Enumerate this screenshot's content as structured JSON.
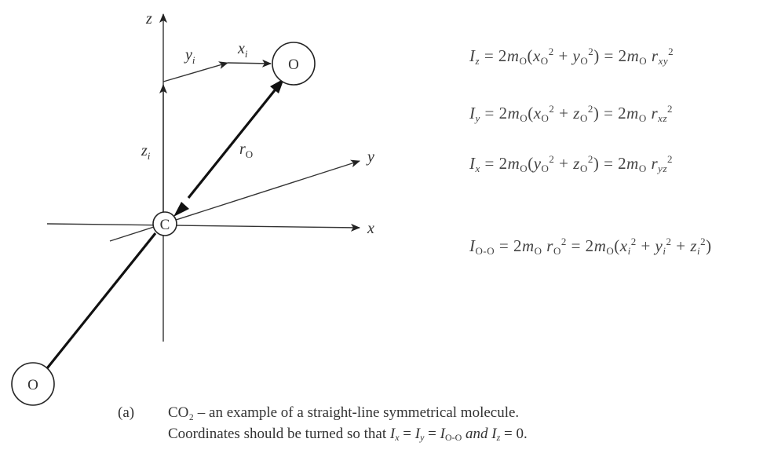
{
  "diagram": {
    "atoms": {
      "center": "C",
      "top": "O",
      "bottom": "O"
    },
    "axes": {
      "x": "x",
      "y": "y",
      "z": "z"
    },
    "components": {
      "xi": "x",
      "xi_sub": "i",
      "yi": "y",
      "yi_sub": "i",
      "zi": "z",
      "zi_sub": "i",
      "rO": "r",
      "rO_sub": "O"
    }
  },
  "equations": {
    "Iz": "I_z = 2m_O(x_O^2 + y_O^2) = 2m_O r_xy^2",
    "Iy": "I_y = 2m_O(x_O^2 + z_O^2) = 2m_O r_xz^2",
    "Ix": "I_x = 2m_O(y_O^2 + z_O^2) = 2m_O r_yz^2",
    "IOO": "I_O-O = 2m_O r_O^2 = 2m_O(x_i^2 + y_i^2 + z_i^2)"
  },
  "caption": {
    "label": "(a)",
    "line1": "CO₂ – an example of a straight-line symmetrical molecule.",
    "line2": "Coordinates should be turned so that I_x = I_y = I_O-O and I_z = 0."
  }
}
